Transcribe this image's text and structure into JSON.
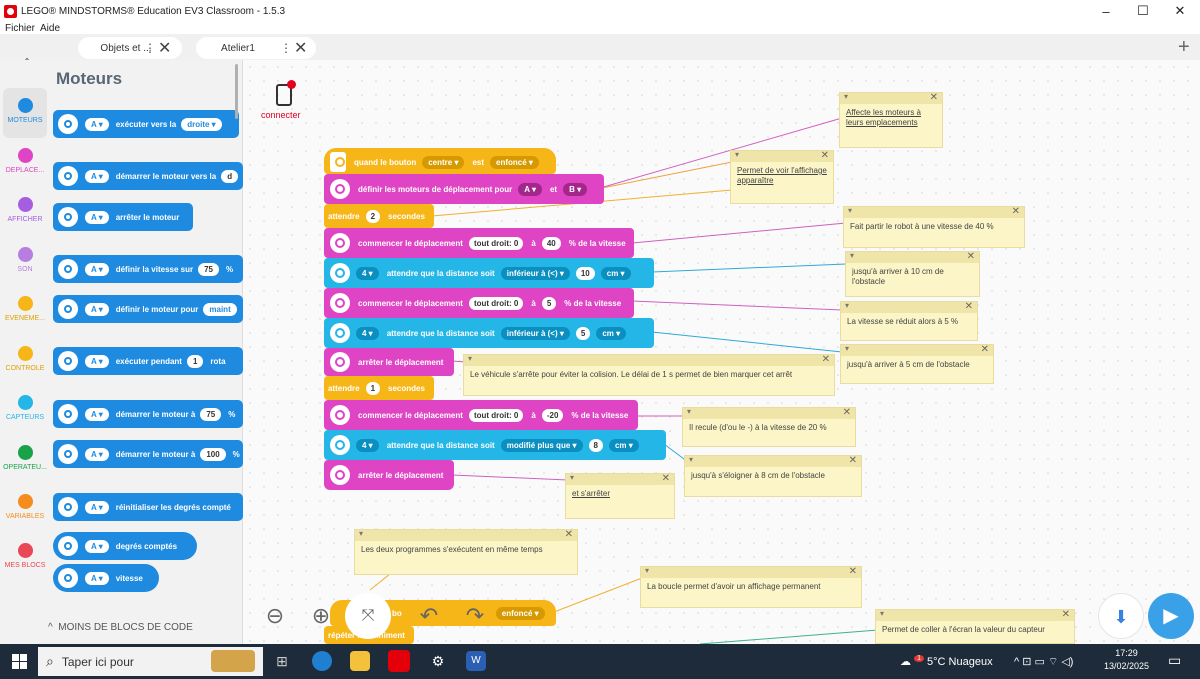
{
  "window": {
    "title": "LEGO® MINDSTORMS® Education EV3 Classroom - 1.5.3",
    "minimize": "–",
    "maximize": "☐",
    "close": "✕"
  },
  "menu": {
    "file": "Fichier",
    "help": "Aide"
  },
  "tabs": [
    {
      "label": "Objets et ...",
      "dots": "⋮",
      "close": "✕"
    },
    {
      "label": "Atelier1",
      "dots": "⋮",
      "close": "✕"
    }
  ],
  "new_tab": "+",
  "home_icon": "⌂",
  "categories": [
    {
      "label": "MOTEURS",
      "color": "#1f8be0"
    },
    {
      "label": "DEPLACE...",
      "color": "#df44c4"
    },
    {
      "label": "AFFICHER",
      "color": "#a65ee0"
    },
    {
      "label": "SON",
      "color": "#b57ee0"
    },
    {
      "label": "ÉVÉNEME...",
      "color": "#f7b617"
    },
    {
      "label": "CONTRÔLE",
      "color": "#f7b617"
    },
    {
      "label": "CAPTEURS",
      "color": "#24b6e6"
    },
    {
      "label": "OPÉRATEU...",
      "color": "#19a24a"
    },
    {
      "label": "VARIABLES",
      "color": "#f58c1e"
    },
    {
      "label": "MES BLOCS",
      "color": "#ea4756"
    }
  ],
  "palette": {
    "title": "Moteurs",
    "port": "A ▾",
    "blocks": [
      {
        "text": "exécuter vers la",
        "arg": "droite ▾"
      },
      {
        "text": "démarrer le moteur vers la",
        "arg": "d"
      },
      {
        "text": "arrêter le moteur",
        "arg": ""
      },
      {
        "text": "définir la vitesse sur",
        "arg": "75",
        "suffix": "%"
      },
      {
        "text": "définir le moteur pour",
        "arg": "maint"
      },
      {
        "text": "exécuter pendant",
        "arg": "1",
        "suffix": "rota"
      },
      {
        "text": "démarrer le moteur à",
        "arg": "75",
        "suffix": "%"
      },
      {
        "text": "démarrer le moteur à",
        "arg": "100",
        "suffix": "%"
      },
      {
        "text": "réinitialiser les degrés compté",
        "arg": ""
      },
      {
        "text": "degrés comptés",
        "arg": ""
      },
      {
        "text": "vitesse",
        "arg": ""
      }
    ],
    "less_blocks": "MOINS DE BLOCS DE CODE",
    "less_chevron": "^"
  },
  "connect": {
    "label": "connecter"
  },
  "program": {
    "hat": {
      "text1": "quand le bouton",
      "button": "centre ▾",
      "text2": "est",
      "state": "enfoncé ▾"
    },
    "set_motors": {
      "text": "définir les moteurs de déplacement pour",
      "m1": "A ▾",
      "and": "et",
      "m2": "B ▾"
    },
    "wait1": {
      "text": "attendre",
      "value": "2",
      "unit": "secondes"
    },
    "move1": {
      "text": "commencer le déplacement",
      "dir": "tout droit: 0",
      "at": "à",
      "speed": "40",
      "suffix": "% de la vitesse"
    },
    "sensor1": {
      "port": "4 ▾",
      "text": "attendre que la distance soit",
      "cmp": "inférieur à (<) ▾",
      "value": "10",
      "unit": "cm ▾"
    },
    "move2": {
      "text": "commencer le déplacement",
      "dir": "tout droit: 0",
      "at": "à",
      "speed": "5",
      "suffix": "% de la vitesse"
    },
    "sensor2": {
      "port": "4 ▾",
      "text": "attendre que la distance soit",
      "cmp": "inférieur à (<) ▾",
      "value": "5",
      "unit": "cm ▾"
    },
    "stop1": {
      "text": "arrêter le déplacement"
    },
    "wait2": {
      "text": "attendre",
      "value": "1",
      "unit": "secondes"
    },
    "move3": {
      "text": "commencer le déplacement",
      "dir": "tout droit: 0",
      "at": "à",
      "speed": "-20",
      "suffix": "% de la vitesse"
    },
    "sensor3": {
      "port": "4 ▾",
      "text": "attendre que la distance soit",
      "cmp": "modifié plus que ▾",
      "value": "8",
      "unit": "cm ▾"
    },
    "stop2": {
      "text": "arrêter le déplacement"
    },
    "hat2": {
      "state": "enfoncé ▾",
      "partial": "bo",
      "loop_partial": "répéter indéfiniment"
    }
  },
  "notes": [
    "Affecte les moteurs à leurs emplacements",
    "Permet de voir l'affichage apparaître",
    "Fait partir le robot à une vitesse de 40 %",
    "jusqu'à arriver à 10 cm de l'obstacle",
    "La vitesse se réduit alors à 5 %",
    "jusqu'à arriver à 5 cm de l'obstacle",
    "Le véhicule s'arrête pour éviter la colision. Le délai de 1 s permet de bien marquer cet arrêt",
    "Il recule (d'ou le -) à la vitesse de 20 %",
    "jusqu'à s'éloigner à 8 cm de l'obstacle",
    "et s'arrêter",
    "Les deux programmes s'exécutent en même temps",
    "La boucle permet d'avoir un affichage permanent",
    "Permet de coller à l'écran la valeur du capteur"
  ],
  "note_close": "✕",
  "controls": {
    "zoom_out": "⊖",
    "zoom_in": "⊕",
    "fit": "⤧",
    "undo": "↶",
    "redo": "↷",
    "download": "⬇",
    "play": "▶"
  },
  "taskbar": {
    "search": "Taper ici pour",
    "weather": "5°C Nuageux",
    "weather_badge": "1",
    "tray_icons": "^ ⊡ ▭ ⌔ ◁)",
    "time": "17:29",
    "date": "13/02/2025"
  }
}
